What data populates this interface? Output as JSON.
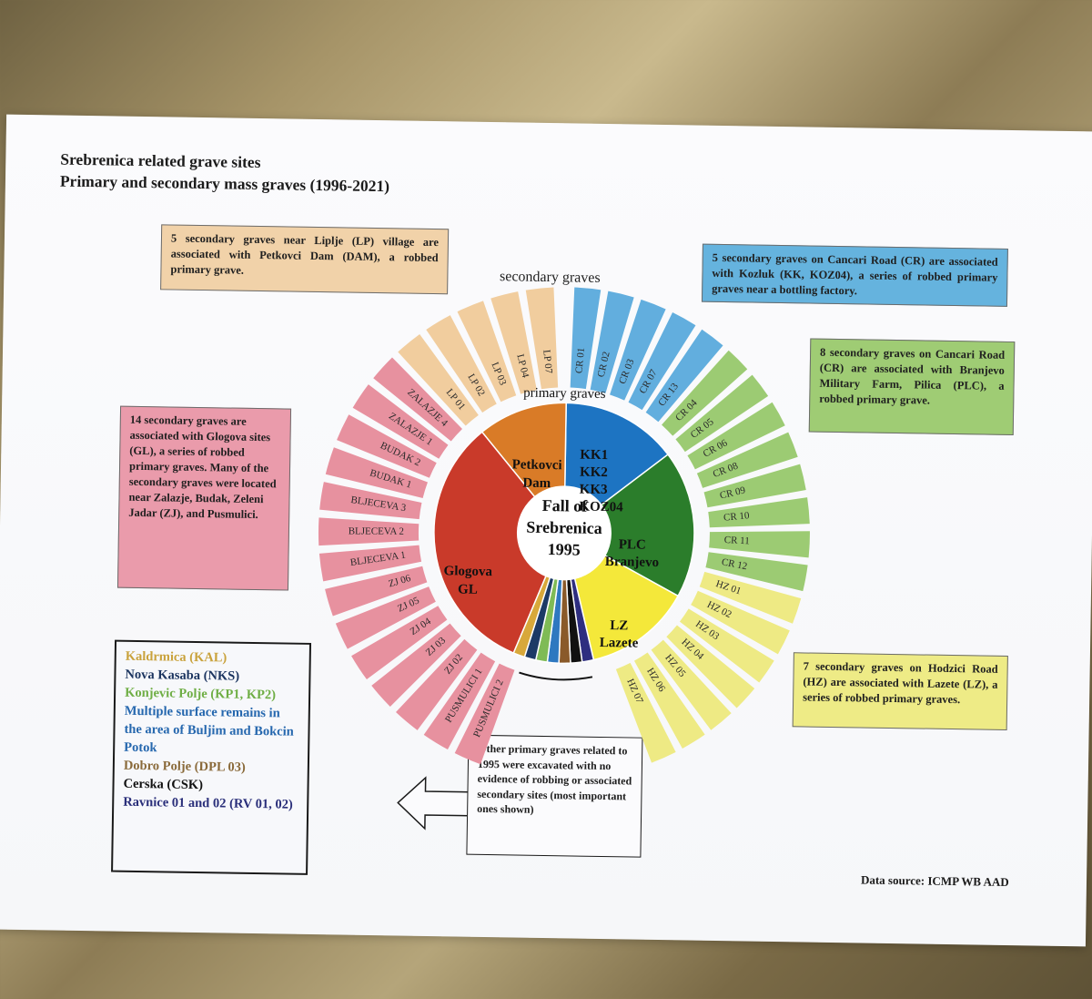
{
  "title": {
    "line1": "Srebrenica related grave sites",
    "line2": "Primary and secondary mass graves (1996-2021)"
  },
  "center_label": [
    "Fall of",
    "Srebrenica",
    "1995"
  ],
  "labels": {
    "secondary": "secondary graves",
    "primary": "primary graves"
  },
  "primary_graves": [
    {
      "id": "kk",
      "lines": [
        "KK1",
        "KK2",
        "KK3",
        "KOZ04"
      ],
      "color": "#1d74c2"
    },
    {
      "id": "plc",
      "lines": [
        "PLC",
        "Branjevo"
      ],
      "color": "#2b7d2b"
    },
    {
      "id": "lz",
      "lines": [
        "LZ",
        "Lazete"
      ],
      "color": "#f4e83a"
    },
    {
      "id": "gl",
      "lines": [
        "Glogova",
        "GL"
      ],
      "color": "#c93a2a"
    },
    {
      "id": "dam",
      "lines": [
        "Petkovci",
        "Dam"
      ],
      "color": "#d97b27"
    }
  ],
  "other_slices": [
    {
      "color": "#d8a83a"
    },
    {
      "color": "#1c3a66"
    },
    {
      "color": "#7fbb55"
    },
    {
      "color": "#2e78c0"
    },
    {
      "color": "#8a5a2a"
    },
    {
      "color": "#111111"
    },
    {
      "color": "#2e2e80"
    }
  ],
  "secondary_graves": [
    {
      "label": "CR 01",
      "color": "#62aede"
    },
    {
      "label": "CR 02",
      "color": "#62aede"
    },
    {
      "label": "CR 03",
      "color": "#62aede"
    },
    {
      "label": "CR 07",
      "color": "#62aede"
    },
    {
      "label": "CR 13",
      "color": "#62aede"
    },
    {
      "label": "CR 04",
      "color": "#9ccb73"
    },
    {
      "label": "CR 05",
      "color": "#9ccb73"
    },
    {
      "label": "CR 06",
      "color": "#9ccb73"
    },
    {
      "label": "CR 08",
      "color": "#9ccb73"
    },
    {
      "label": "CR 09",
      "color": "#9ccb73"
    },
    {
      "label": "CR 10",
      "color": "#9ccb73"
    },
    {
      "label": "CR 11",
      "color": "#9ccb73"
    },
    {
      "label": "CR 12",
      "color": "#9ccb73"
    },
    {
      "label": "HZ 01",
      "color": "#eeea84"
    },
    {
      "label": "HZ 02",
      "color": "#eeea84"
    },
    {
      "label": "HZ 03",
      "color": "#eeea84"
    },
    {
      "label": "HZ 04",
      "color": "#eeea84"
    },
    {
      "label": "HZ 05",
      "color": "#eeea84"
    },
    {
      "label": "HZ 06",
      "color": "#eeea84"
    },
    {
      "label": "HZ 07",
      "color": "#eeea84"
    },
    {
      "label": "PUSMULICI 2",
      "color": "#e7919f"
    },
    {
      "label": "PUSMULICI 1",
      "color": "#e7919f"
    },
    {
      "label": "ZJ 02",
      "color": "#e7919f"
    },
    {
      "label": "ZJ 03",
      "color": "#e7919f"
    },
    {
      "label": "ZJ 04",
      "color": "#e7919f"
    },
    {
      "label": "ZJ 05",
      "color": "#e7919f"
    },
    {
      "label": "ZJ 06",
      "color": "#e7919f"
    },
    {
      "label": "BLJECEVA 1",
      "color": "#e7919f"
    },
    {
      "label": "BLJECEVA 2",
      "color": "#e7919f"
    },
    {
      "label": "BLJECEVA 3",
      "color": "#e7919f"
    },
    {
      "label": "BUDAK 1",
      "color": "#e7919f"
    },
    {
      "label": "BUDAK 2",
      "color": "#e7919f"
    },
    {
      "label": "ZALAZJE 1",
      "color": "#e7919f"
    },
    {
      "label": "ZALAZJE 4",
      "color": "#e7919f"
    },
    {
      "label": "LP 01",
      "color": "#f1cd9e"
    },
    {
      "label": "LP 02",
      "color": "#f1cd9e"
    },
    {
      "label": "LP 03",
      "color": "#f1cd9e"
    },
    {
      "label": "LP 04",
      "color": "#f1cd9e"
    },
    {
      "label": "LP 07",
      "color": "#f1cd9e"
    }
  ],
  "boxes": {
    "lp": "5 secondary graves near Liplje (LP) village are associated with Petkovci Dam (DAM), a robbed primary grave.",
    "kk": "5 secondary graves on Cancari Road (CR) are associated with Kozluk (KK, KOZ04), a series of robbed primary graves near a bottling factory.",
    "plc": "8 secondary graves on Cancari Road (CR) are associated with Branjevo Military Farm, Pilica (PLC), a robbed primary grave.",
    "gl": "14 secondary graves are associated with Glogova sites (GL), a series of robbed primary graves. Many of the secondary graves were located near Zalazje, Budak, Zeleni Jadar (ZJ), and Pusmulici.",
    "hz": "7 secondary graves on Hodzici Road (HZ) are associated with Lazete (LZ), a series of robbed primary graves."
  },
  "legend": [
    {
      "text": "Kaldrmica (KAL)",
      "color": "#c9a23c"
    },
    {
      "text": "Nova Kasaba (NKS)",
      "color": "#1c3560"
    },
    {
      "text": "Konjevic Polje (KP1, KP2)",
      "color": "#6fae45"
    },
    {
      "text": "Multiple surface remains in the area of Buljim and Bokcin Potok",
      "color": "#2567ae"
    },
    {
      "text": "Dobro Polje (DPL 03)",
      "color": "#8a6a3a"
    },
    {
      "text": "Cerska (CSK)",
      "color": "#111111"
    },
    {
      "text": "Ravnice 01 and 02 (RV 01, 02)",
      "color": "#2a2f7a"
    }
  ],
  "other_box": "Other primary graves related to 1995 were excavated with no evidence of robbing or associated secondary sites (most important ones shown)",
  "source": "Data source: ICMP WB AAD"
}
